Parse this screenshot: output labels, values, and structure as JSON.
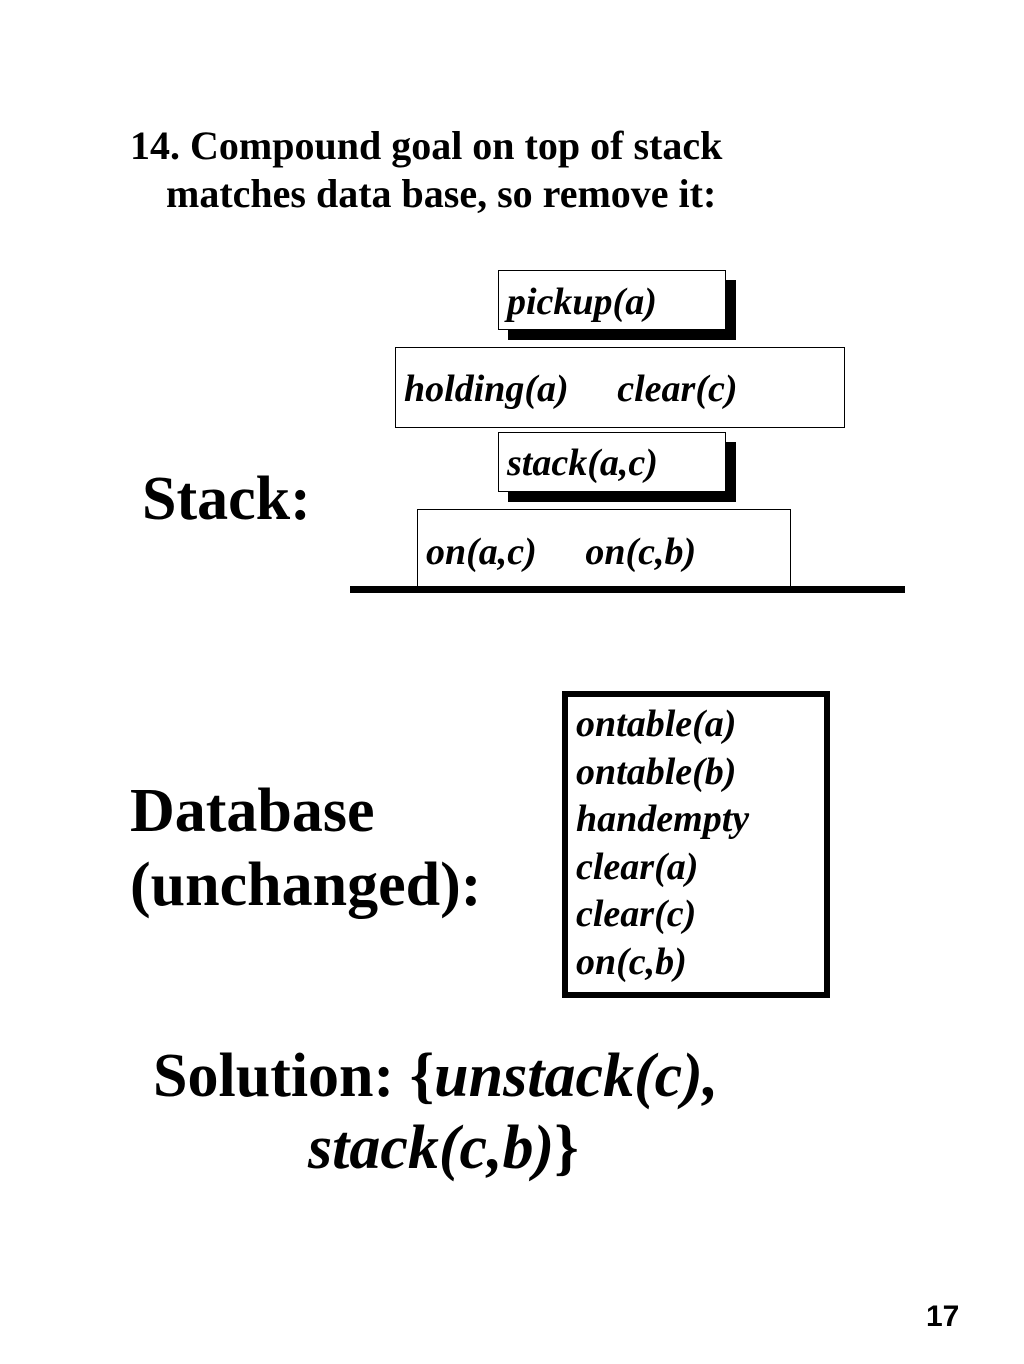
{
  "heading": {
    "line1": "14. Compound goal on top of stack",
    "line2": "matches data base, so remove it:"
  },
  "stack": {
    "label": "Stack:",
    "items": [
      "pickup(a)",
      "holding(a) \u0000 clear(c)",
      "stack(a,c)",
      "on(a,c) \u0000 on(c,b)"
    ]
  },
  "database": {
    "label_line1": "Database",
    "label_line2": "(unchanged):",
    "facts": [
      "ontable(a)",
      "ontable(b)",
      "handempty",
      "clear(a)",
      "clear(c)",
      "on(c,b)"
    ]
  },
  "solution": {
    "label": "Solution: {",
    "action1": "unstack(c),",
    "action2": "stack(c,b)",
    "closing": "}"
  },
  "page_number": "17"
}
